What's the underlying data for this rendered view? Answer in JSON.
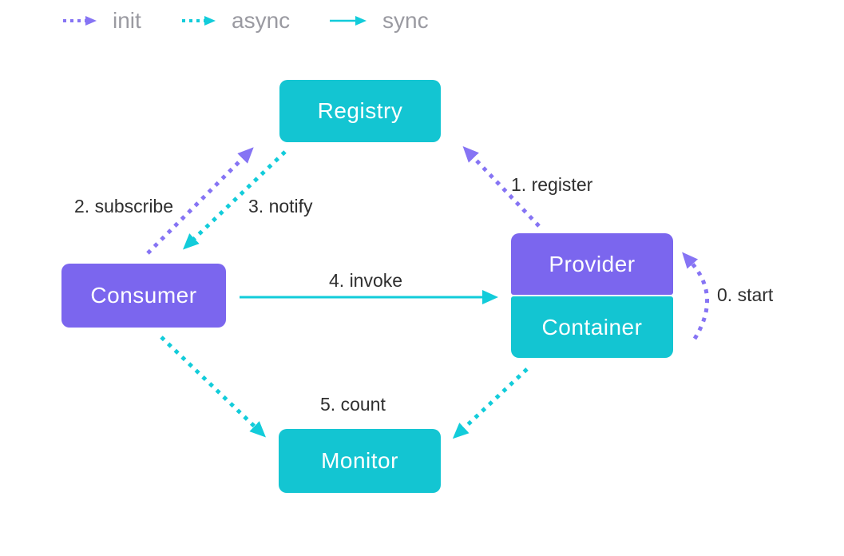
{
  "colors": {
    "purple": "#7b66ee",
    "purple-arrow": "#8674f4",
    "teal": "#13c5d2",
    "teal-arrow": "#12ccda",
    "label-text": "#2f2f2f",
    "legend-text": "#9a9aa1",
    "box-text": "#ffffff",
    "bg": "#ffffff"
  },
  "legend": {
    "items": [
      {
        "label": "init",
        "style": "dotted",
        "color": "purple"
      },
      {
        "label": "async",
        "style": "dotted",
        "color": "teal"
      },
      {
        "label": "sync",
        "style": "solid",
        "color": "teal"
      }
    ]
  },
  "nodes": {
    "registry": {
      "label": "Registry",
      "color": "teal"
    },
    "provider": {
      "label": "Provider",
      "color": "purple"
    },
    "container": {
      "label": "Container",
      "color": "teal"
    },
    "consumer": {
      "label": "Consumer",
      "color": "purple"
    },
    "monitor": {
      "label": "Monitor",
      "color": "teal"
    }
  },
  "arrows": {
    "start": {
      "label": "0. start",
      "type": "init",
      "from": "container",
      "to": "provider"
    },
    "register": {
      "label": "1. register",
      "type": "init",
      "from": "provider",
      "to": "registry"
    },
    "subscribe": {
      "label": "2. subscribe",
      "type": "init",
      "from": "consumer",
      "to": "registry"
    },
    "notify": {
      "label": "3. notify",
      "type": "async",
      "from": "registry",
      "to": "consumer"
    },
    "invoke": {
      "label": "4. invoke",
      "type": "sync",
      "from": "consumer",
      "to": "provider"
    },
    "count": {
      "label": "5. count",
      "type": "async",
      "from": "consumer, container",
      "to": "monitor"
    }
  }
}
